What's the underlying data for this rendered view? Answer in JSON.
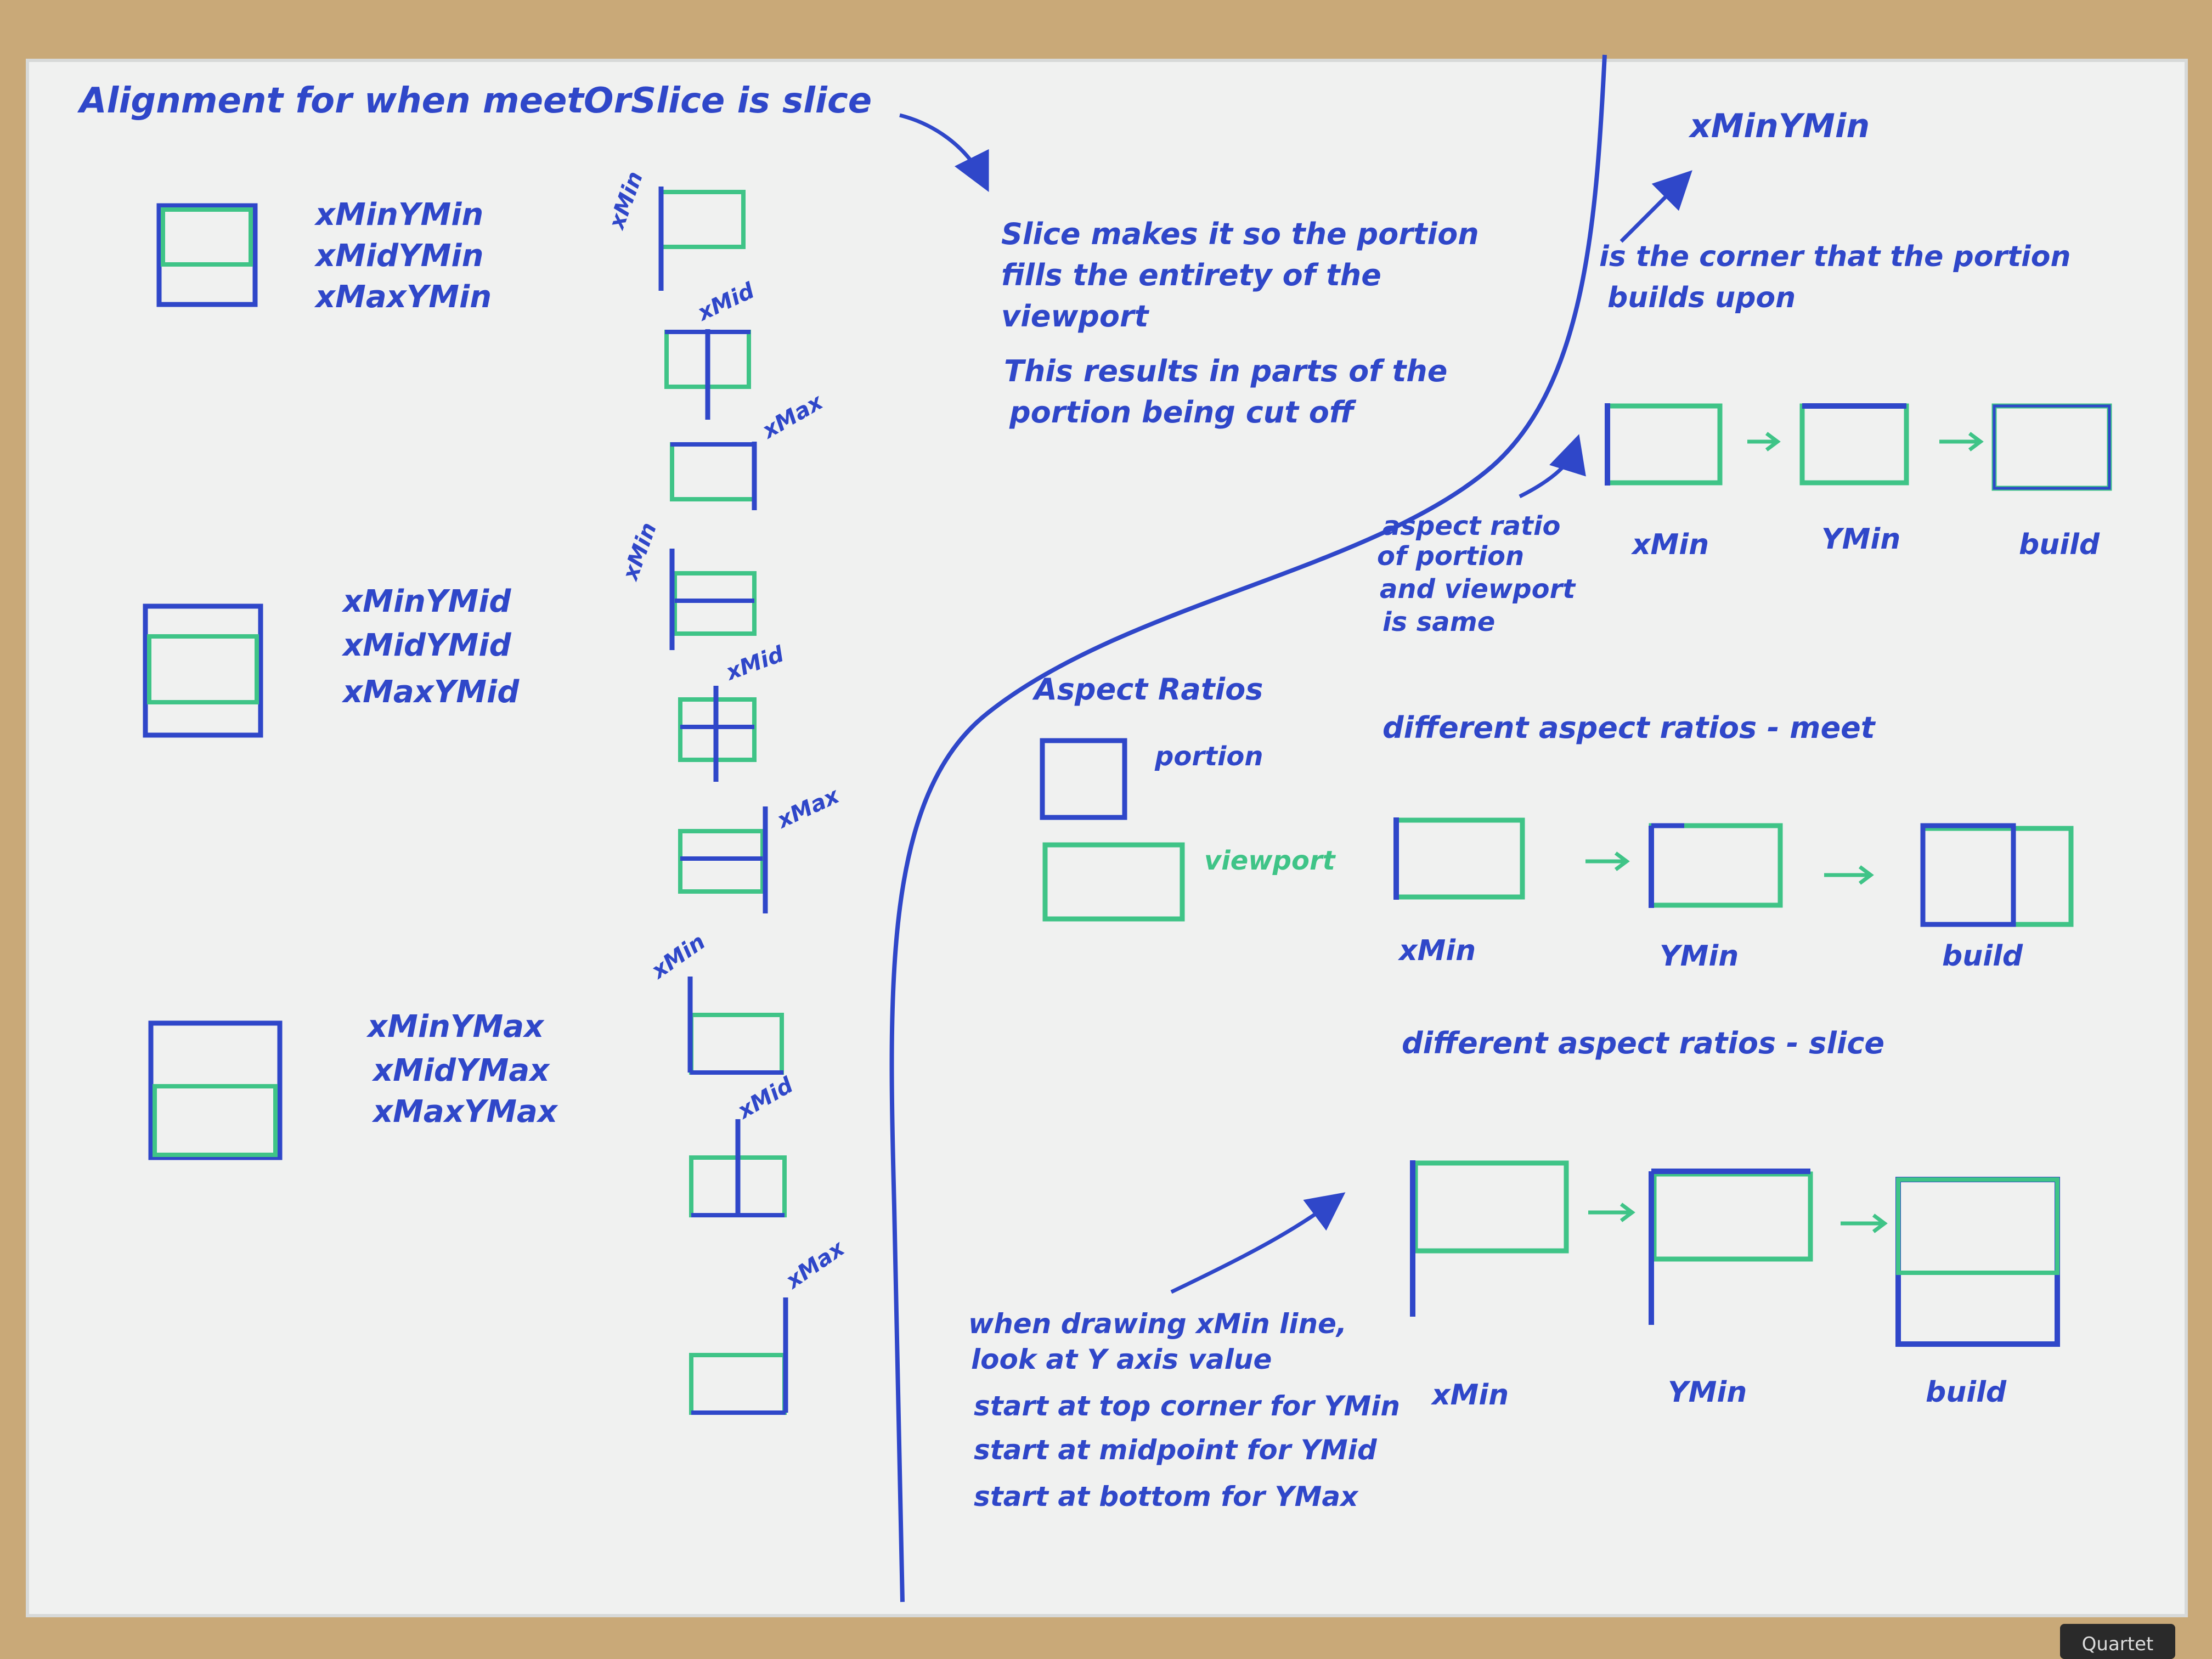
{
  "colors": {
    "blue_ink": "#2f47c9",
    "green_ink": "#3fc487",
    "board": "#f0f1f0",
    "frame": "#c9a978",
    "logo_bg": "#2a2a2a"
  },
  "brand": "Quartet",
  "title": "Alignment for when meetOrSlice is slice",
  "groups": [
    {
      "l1": "xMinYMin",
      "l2": "xMidYMin",
      "l3": "xMaxYMin"
    },
    {
      "l1": "xMinYMid",
      "l2": "xMidYMid",
      "l3": "xMaxYMid"
    },
    {
      "l1": "xMinYMax",
      "l2": "xMidYMax",
      "l3": "xMaxYMax"
    }
  ],
  "col_labels": {
    "min": "xMin",
    "mid": "xMid",
    "max": "xMax"
  },
  "slice_note": [
    "Slice makes it so the portion",
    "fills the entirety of the",
    "viewport",
    "This results in parts of the",
    "portion being cut off"
  ],
  "corner": {
    "label": "xMinYMin",
    "note1": "is the corner that the portion",
    "note2": "builds upon"
  },
  "same_ratio": [
    "aspect ratio",
    "of portion",
    "and viewport",
    "is same"
  ],
  "seq_labels": {
    "xmin": "xMin",
    "ymin": "YMin",
    "build": "build"
  },
  "aspect": {
    "heading": "Aspect Ratios",
    "portion": "portion",
    "viewport": "viewport"
  },
  "meet_heading": "different aspect ratios - meet",
  "slice_heading": "different aspect ratios - slice",
  "bottom_note": [
    "when drawing xMin line,",
    "look at Y axis value",
    "start at top corner for YMin",
    "start at midpoint for YMid",
    "start at bottom for YMax"
  ]
}
